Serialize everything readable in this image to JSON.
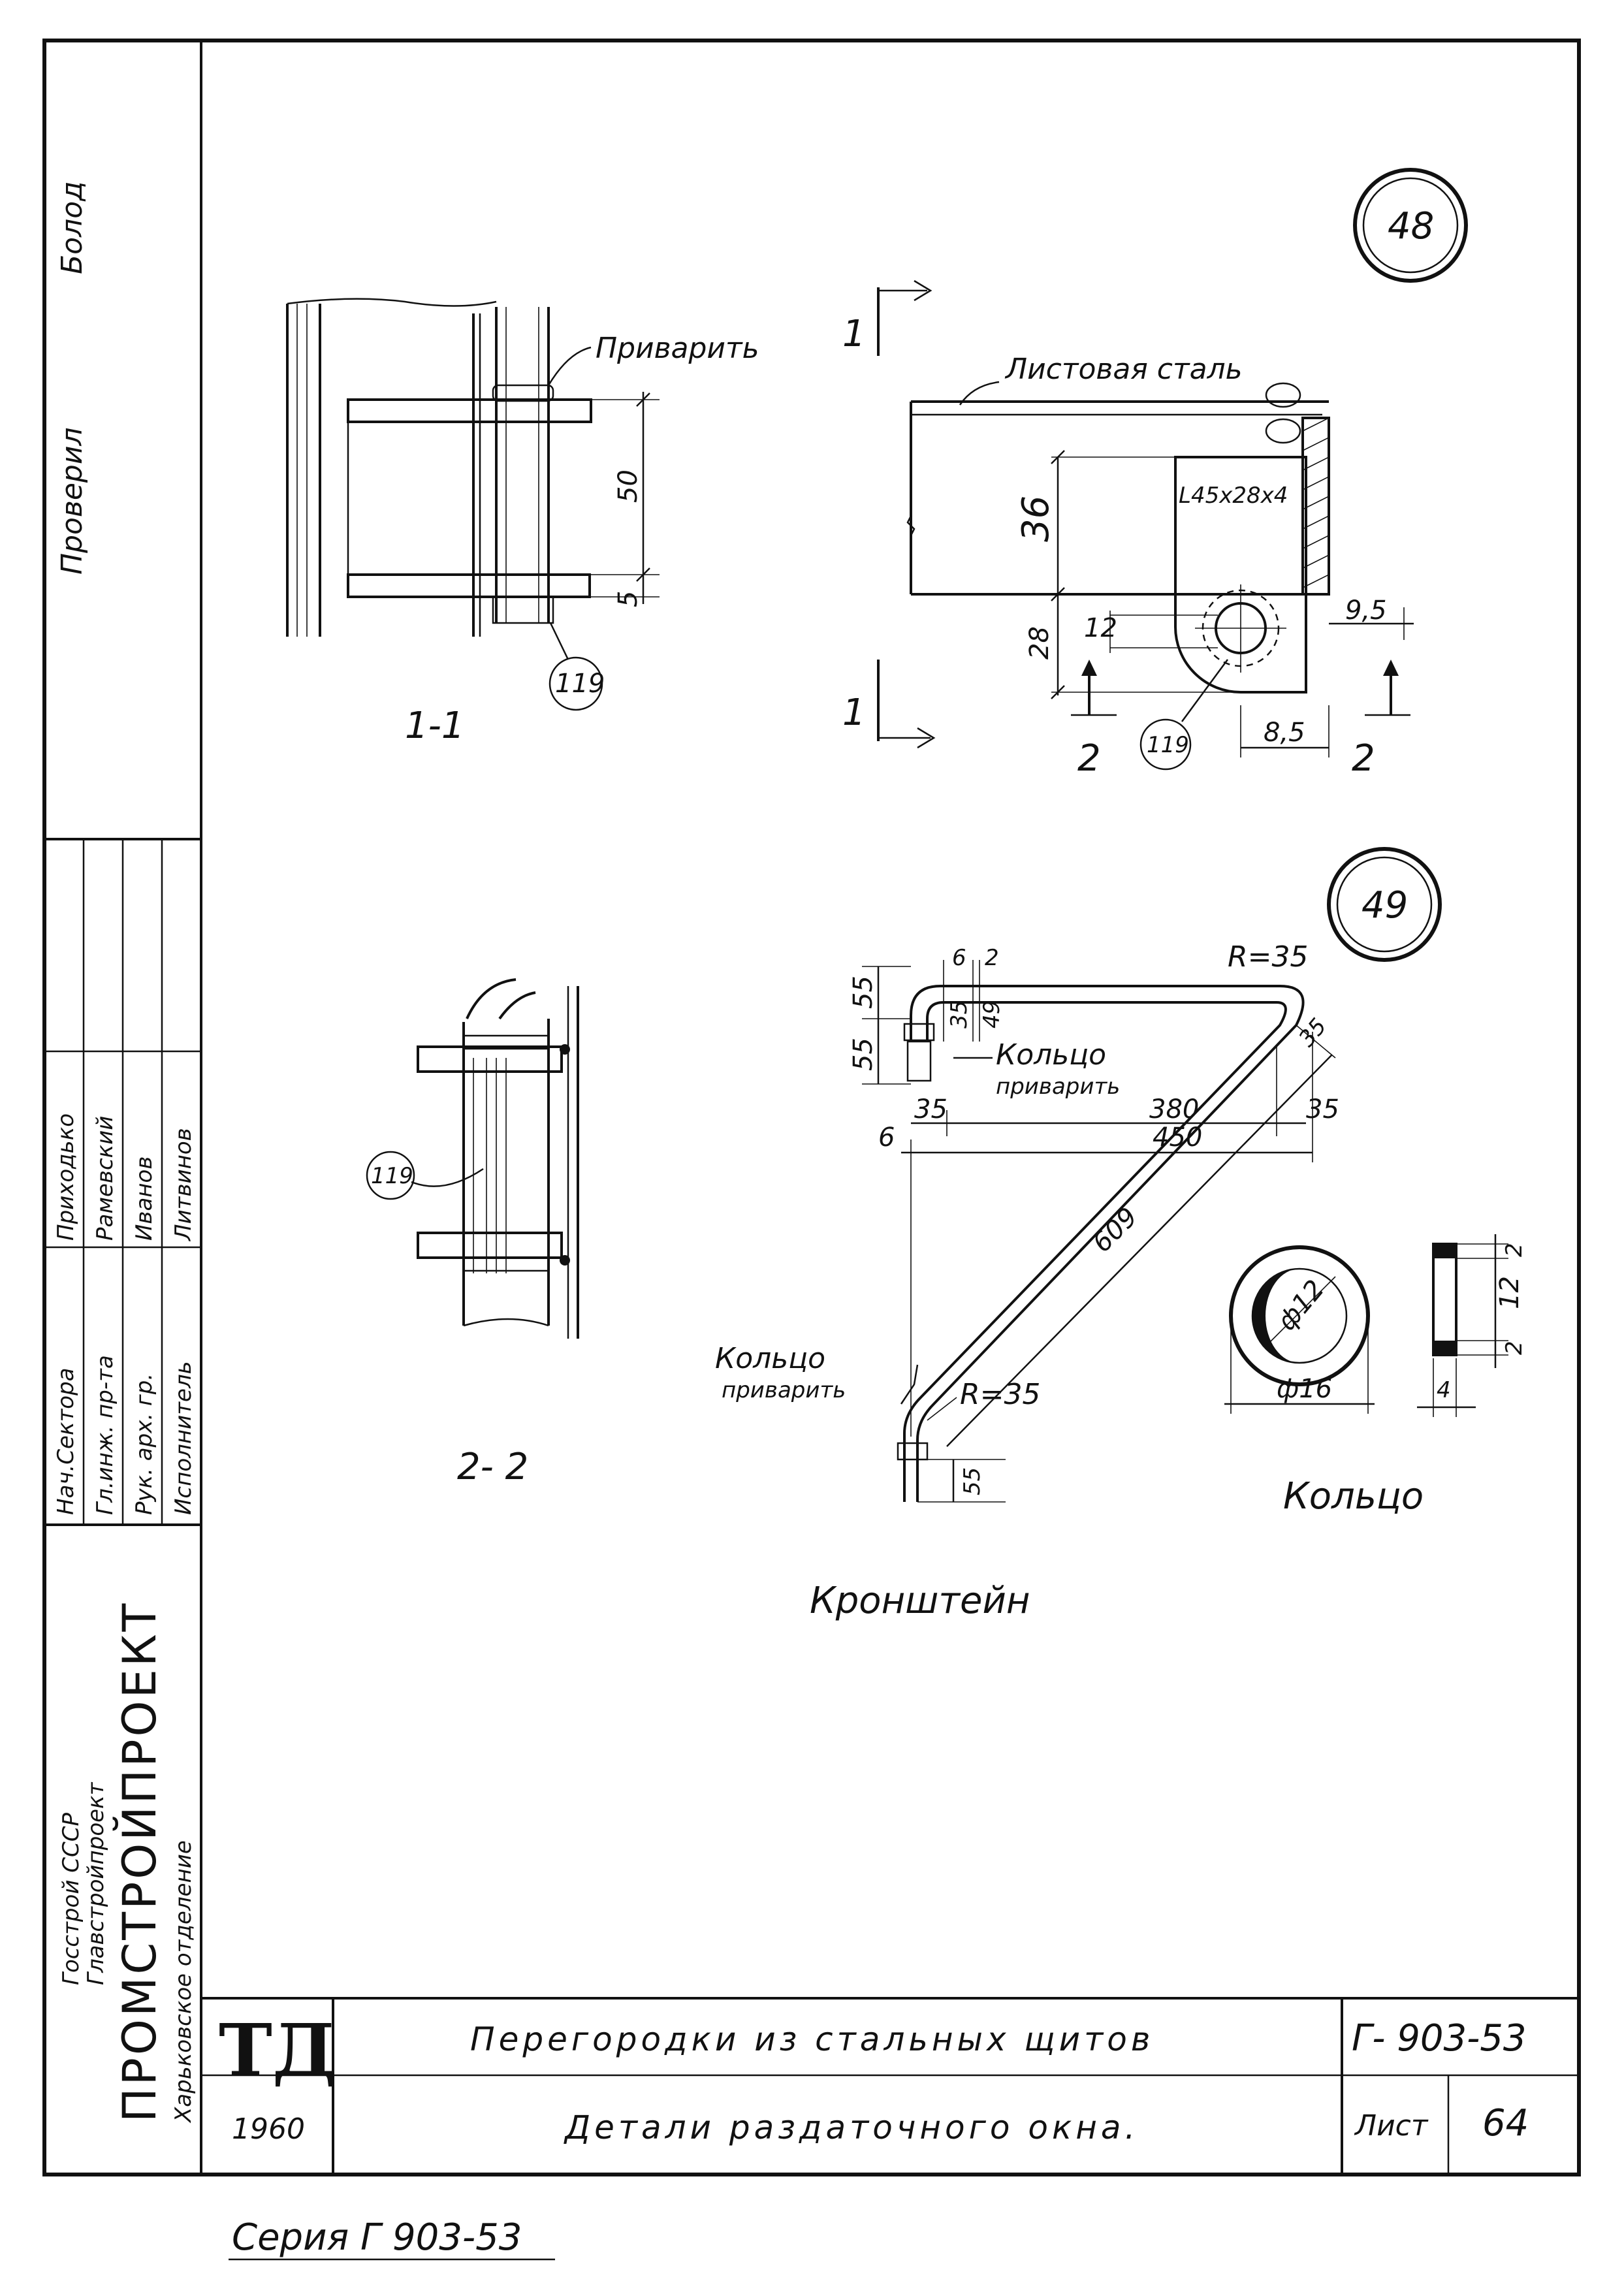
{
  "sidebar": {
    "proveril": "Проверил",
    "proveril_sign": "Болод",
    "roles": [
      "Нач.Сектора",
      "Гл.инж. пр-та",
      "Рук. арх. гр.",
      "Исполнитель"
    ],
    "names": [
      "Приходько",
      "Рамевский",
      "Иванов",
      "Литвинов"
    ],
    "org_line1": "Госстрой СССР",
    "org_line2": "Главстройпроект",
    "org_name": "ПРОМСТРОЙПРОЕКТ",
    "org_branch": "Харьковское отделение"
  },
  "view_1_1": {
    "label_weld": "Приварить",
    "dim_50": "50",
    "dim_5": "5",
    "callout": "119",
    "title": "1-1"
  },
  "view_48": {
    "callout": "48",
    "label_sheet": "Листовая сталь",
    "angle_spec": "L45x28x4",
    "dim_36": "36",
    "dim_28": "28",
    "dim_12": "12",
    "dim_9_5": "9,5",
    "dim_8_5": "8,5",
    "section_1": "1",
    "section_2": "2",
    "callout_119": "119"
  },
  "view_2_2": {
    "callout": "119",
    "title": "2- 2"
  },
  "view_49": {
    "callout": "49",
    "r_top": "R=35",
    "r_bottom": "R=35",
    "label_ring_weld_top_1": "Кольцо",
    "label_ring_weld_top_2": "приварить",
    "label_ring_weld_bot_1": "Кольцо",
    "label_ring_weld_bot_2": "приварить",
    "dim_55a": "55",
    "dim_55b": "55",
    "dim_55c": "55",
    "dim_6a": "6",
    "dim_6b": "6",
    "dim_2": "2",
    "dim_35a": "35",
    "dim_35b": "35",
    "dim_35c": "35",
    "dim_35d": "35",
    "dim_49": "49",
    "dim_380": "380",
    "dim_450": "450",
    "dim_609": "609",
    "title": "Кронштейн"
  },
  "ring": {
    "dia_inner": "ф12",
    "dia_outer": "ф16",
    "dim_12": "12",
    "dim_2a": "2",
    "dim_2b": "2",
    "dim_4": "4",
    "title": "Кольцо"
  },
  "title_block": {
    "logo": "ТД",
    "year": "1960",
    "title_line1": "Перегородки из стальных щитов",
    "title_line2": "Детали раздаточного окна.",
    "code": "Г- 903-53",
    "sheet_label": "Лист",
    "sheet_no": "64"
  },
  "footer": {
    "series": "Серия Г 903-53"
  }
}
